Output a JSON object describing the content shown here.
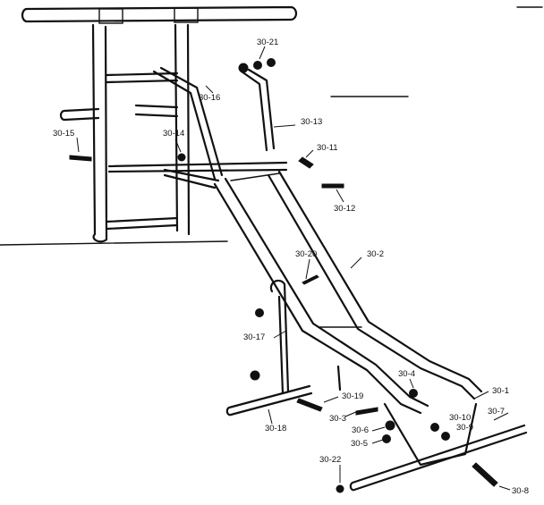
{
  "labels": {
    "l_30_21": "30-21",
    "l_30_16": "30-16",
    "l_30_13": "30-13",
    "l_30_15": "30-15",
    "l_30_14": "30-14",
    "l_30_11": "30-11",
    "l_30_12": "30-12",
    "l_30_20": "30-20",
    "l_30_2": "30-2",
    "l_30_17": "30-17",
    "l_30_4": "30-4",
    "l_30_1": "30-1",
    "l_30_19": "30-19",
    "l_30_18": "30-18",
    "l_30_3": "30-3",
    "l_30_10": "30-10",
    "l_30_7": "30-7",
    "l_30_6": "30-6",
    "l_30_9": "30-9",
    "l_30_5": "30-5",
    "l_30_22": "30-22",
    "l_30_8": "30-8"
  }
}
